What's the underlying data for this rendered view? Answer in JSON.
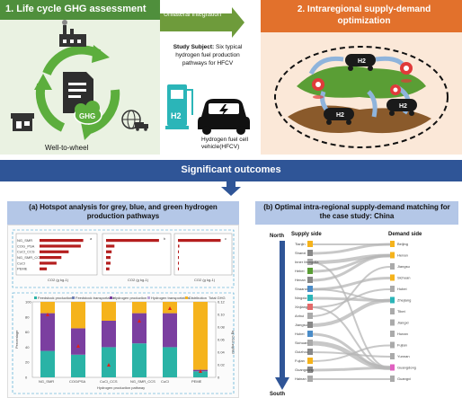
{
  "panel1": {
    "title": "1. Life cycle GHG assessment",
    "label": "Well-to-wheel",
    "ghg": "GHG"
  },
  "arrow": {
    "label": "Unilateral integration"
  },
  "study": {
    "title": "Study Subject:",
    "text": "Six typical hydrogen fuel production pathways for HFCV",
    "vehicle": "Hydrogen fuel cell vehicle(HFCV)",
    "h2": "H2"
  },
  "panel2": {
    "title": "2. Intraregional supply-demand optimization",
    "h2": "H2"
  },
  "outcomes": {
    "title": "Significant outcomes"
  },
  "panelA": {
    "title": "(a) Hotspot analysis for grey, blue, and green hydrogen production pathways",
    "xlabel": "Hydrogen production pathway",
    "ylabel_left": "Percentage",
    "ylabel_right": "kg CO2-eq/MJ"
  },
  "panelB": {
    "title": "(b) Optimal intra-regional supply-demand matching for the case study: China",
    "supply": "Supply side",
    "demand": "Demand side",
    "north": "North",
    "south": "South",
    "supply_labels": [
      "Tianjin",
      "Shanxi",
      "Inner Mongolia",
      "Hebei",
      "Henan",
      "Shaanxi",
      "Ningxia",
      "Xinjiang",
      "Anhui",
      "Jiangsu",
      "Hubei",
      "Sichuan",
      "Guizhou",
      "Fujian",
      "Guangdong",
      "Hainan"
    ],
    "demand_labels": [
      "Beijing",
      "Henan",
      "Jiangsu",
      "Sichuan",
      "Hubei",
      "Zhejiang",
      "Tibet",
      "Jiangxi",
      "Hunan",
      "Fujian",
      "Yunnan",
      "Guangdong",
      "Guangxi"
    ]
  },
  "chart_data": [
    {
      "type": "bar",
      "title": "a",
      "categories": [
        "NG_SMR",
        "COG_PSA",
        "CuCl_CCS",
        "NG_SMR_CCS",
        "CuCl",
        "PEME"
      ],
      "values": [
        0.9,
        0.85,
        0.6,
        0.45,
        0.35,
        0.15
      ],
      "xlabel": "CO2 (g kg-1)"
    },
    {
      "type": "bar",
      "title": "b",
      "categories": [
        "NG_SMR",
        "COG_PSA",
        "CuCl_CCS",
        "NG_SMR_CCS",
        "CuCl",
        "PEME"
      ],
      "values": [
        0.95,
        0.15,
        0.1,
        0.08,
        0.08,
        0.06
      ],
      "xlabel": "CO2 (g kg-1)"
    },
    {
      "type": "bar",
      "title": "c",
      "categories": [
        "NG_SMR",
        "COG_PSA",
        "CuCl_CCS",
        "NG_SMR_CCS",
        "CuCl",
        "PEME"
      ],
      "values": [
        0.95,
        0.03,
        0.02,
        0.02,
        0.02,
        0.01
      ],
      "xlabel": "CO2 (g kg-1)"
    },
    {
      "type": "bar",
      "categories": [
        "NG_SMR",
        "COG/PSA",
        "CuCl_CCS",
        "NG_SMR_CCS",
        "CuCl",
        "PEME"
      ],
      "series": [
        {
          "name": "Feedstock production",
          "values": [
            35,
            30,
            40,
            45,
            40,
            8
          ]
        },
        {
          "name": "Feedstock transportation",
          "values": [
            0,
            0,
            0,
            0,
            0,
            0
          ]
        },
        {
          "name": "Hydrogen production",
          "values": [
            50,
            35,
            35,
            40,
            45,
            2
          ]
        },
        {
          "name": "Hydrogen transportation",
          "values": [
            0,
            0,
            0,
            0,
            0,
            0
          ]
        },
        {
          "name": "Distribution",
          "values": [
            15,
            35,
            25,
            15,
            15,
            90
          ]
        }
      ],
      "totals": [
        0.1,
        0.05,
        0.02,
        0.09,
        0.11,
        0.01
      ],
      "total_name": "Total GHG",
      "ylim": [
        0,
        100
      ],
      "yticks_left": [
        "0",
        "20",
        "40",
        "60",
        "80",
        "100"
      ],
      "yticks_right": [
        "0",
        "0.02",
        "0.04",
        "0.06",
        "0.08",
        "0.10",
        "0.12"
      ],
      "colors": [
        "#2ab3a6",
        "#6f7fb3",
        "#7b3fa0",
        "#b8a6d8",
        "#f5b31c"
      ]
    }
  ]
}
